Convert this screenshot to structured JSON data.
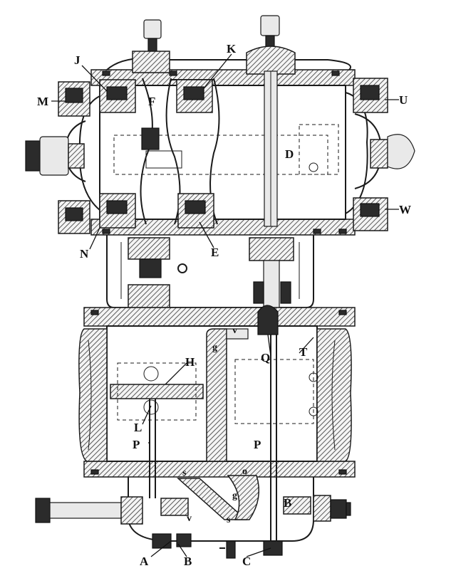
{
  "labels": {
    "A": "A",
    "B": "B",
    "C": "C",
    "D": "D",
    "E": "E",
    "F": "F",
    "g": "g",
    "H": "H",
    "J": "J",
    "K": "K",
    "L": "L",
    "M": "M",
    "N": "N",
    "o": "o",
    "P": "P",
    "Q": "Q",
    "s": "s",
    "T": "T",
    "U": "U",
    "v": "v",
    "W": "W"
  }
}
